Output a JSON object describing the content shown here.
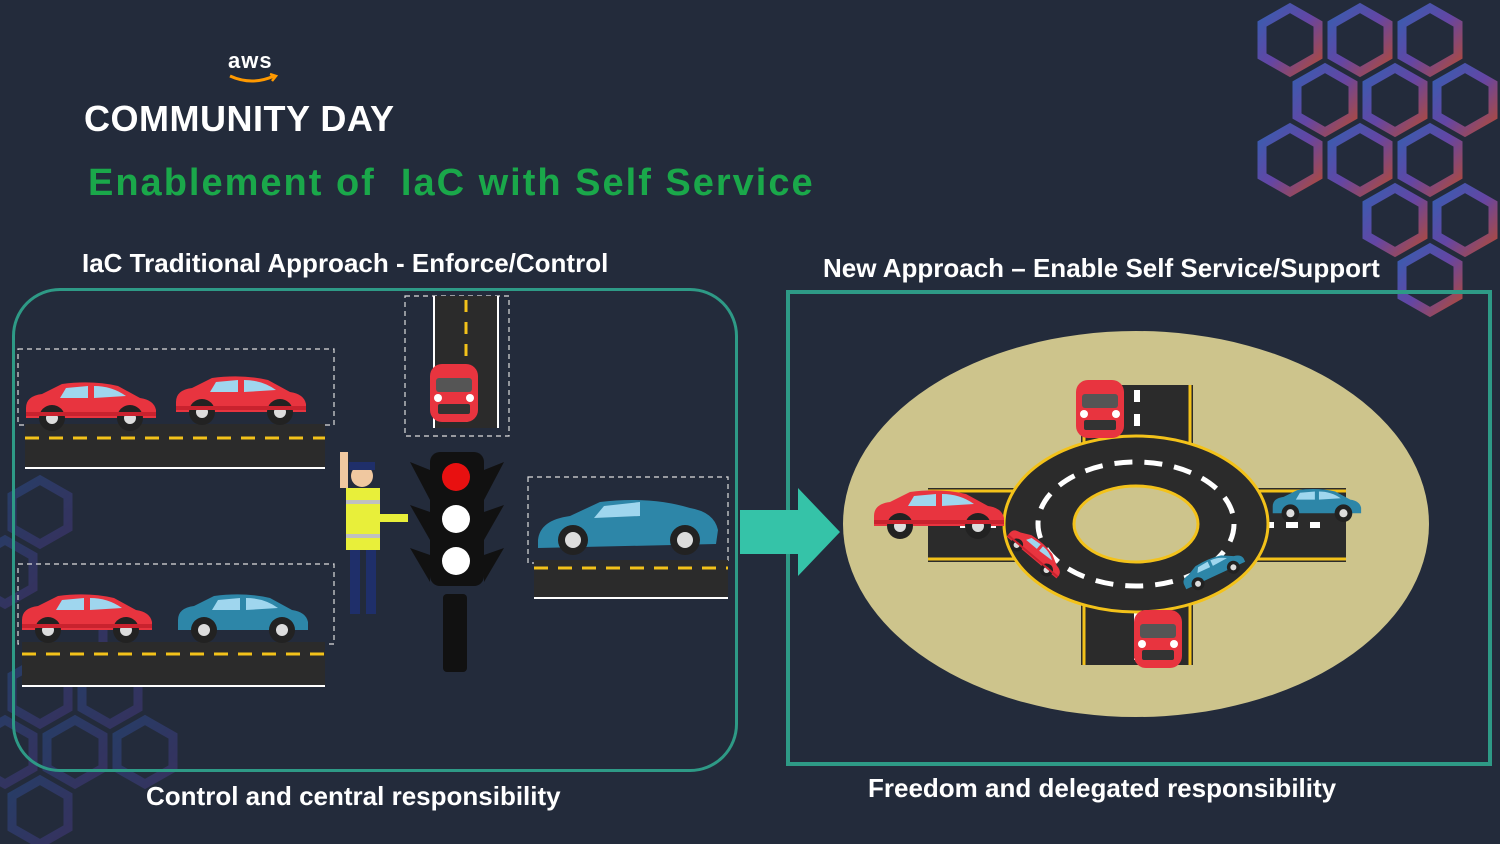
{
  "logo": {
    "aws": "aws",
    "community_day": "COMMUNITY DAY"
  },
  "slide": {
    "title": "Enablement of  IaC with Self Service",
    "left_heading": "IaC Traditional Approach - Enforce/Control",
    "right_heading": "New Approach – Enable Self Service/Support",
    "left_caption": "Control and central responsibility",
    "right_caption": "Freedom and delegated responsibility"
  },
  "colors": {
    "background": "#232b3b",
    "title_green": "#1aa84a",
    "panel_border": "#2e9a86",
    "arrow": "#35c3a8",
    "roundabout_ground": "#cdc48c"
  },
  "icons": {
    "traffic_officer": "police-officer-icon",
    "traffic_light": "traffic-light-icon",
    "arrow": "right-arrow-icon",
    "car": "car-icon"
  }
}
